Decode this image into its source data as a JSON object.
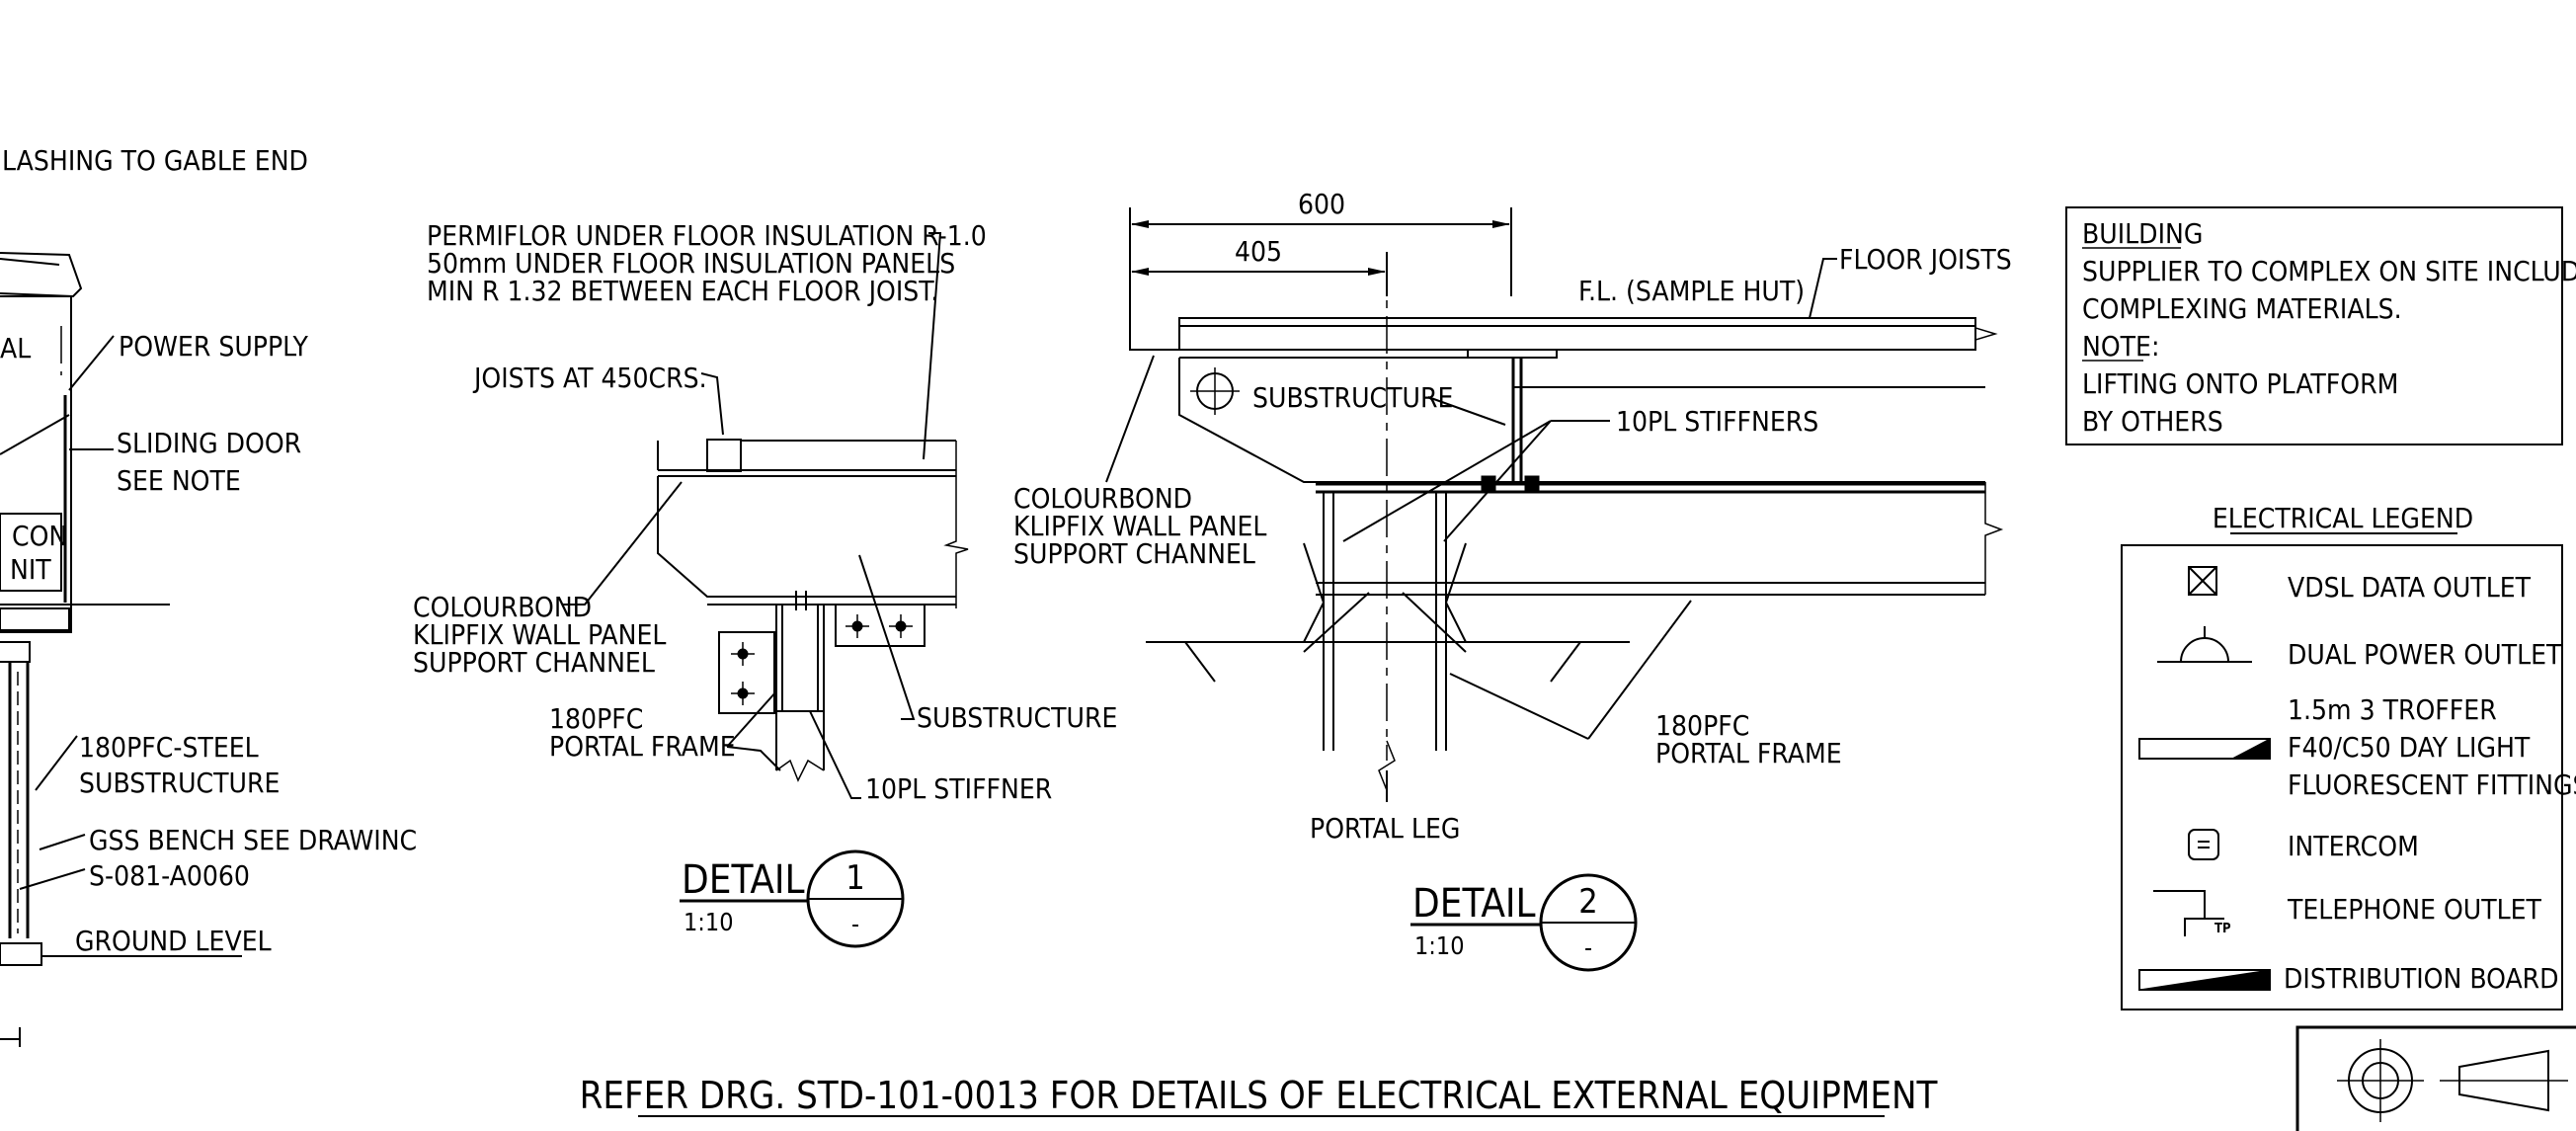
{
  "left_view": {
    "flashing": "LASHING TO GABLE END",
    "al_fragment": "AL",
    "power_supply": "POWER SUPPLY",
    "sliding_door_1": "SLIDING DOOR",
    "sliding_door_2": "SEE NOTE",
    "con_fragment": "CON",
    "unit_fragment": "NIT",
    "pfc_1": "180PFC-STEEL",
    "pfc_2": "SUBSTRUCTURE",
    "bench_1": "GSS BENCH SEE DRAWINC",
    "bench_2": "S-081-A0060",
    "ground": "GROUND LEVEL"
  },
  "detail1": {
    "insul_1": "PERMIFLOR UNDER FLOOR INSULATION R-1.0",
    "insul_2": "50mm UNDER FLOOR INSULATION PANELS",
    "insul_3": "MIN R 1.32 BETWEEN EACH FLOOR JOIST.",
    "joists": "JOISTS AT 450CRS.",
    "colour_1": "COLOURBOND",
    "colour_2": "KLIPFIX WALL PANEL",
    "colour_3": "SUPPORT CHANNEL",
    "pfc_1": "180PFC",
    "pfc_2": "PORTAL FRAME",
    "substructure": "SUBSTRUCTURE",
    "stiffner": "10PL STIFFNER",
    "title": "DETAIL",
    "scale": "1:10",
    "num": "1",
    "sheet": "-"
  },
  "detail2": {
    "dim_600": "600",
    "dim_405": "405",
    "fl": "F.L. (SAMPLE HUT)",
    "floor_joists": "FLOOR JOISTS",
    "substructure": "SUBSTRUCTURE",
    "stiffners": "10PL STIFFNERS",
    "colour_1": "COLOURBOND",
    "colour_2": "KLIPFIX WALL PANEL",
    "colour_3": "SUPPORT CHANNEL",
    "pfc_1": "180PFC",
    "pfc_2": "PORTAL FRAME",
    "portal_leg": "PORTAL LEG",
    "title": "DETAIL",
    "scale": "1:10",
    "num": "2",
    "sheet": "-"
  },
  "building_note": {
    "heading": "BUILDING",
    "line1": "SUPPLIER TO COMPLEX ON SITE INCLUDING",
    "line2": "COMPLEXING MATERIALS.",
    "note": "NOTE:",
    "line3": "LIFTING ONTO PLATFORM",
    "line4": "BY OTHERS"
  },
  "legend": {
    "title": "ELECTRICAL LEGEND",
    "items": [
      {
        "label": "VDSL DATA OUTLET",
        "icon": "data-outlet-icon"
      },
      {
        "label": "DUAL POWER OUTLET",
        "icon": "power-outlet-icon"
      },
      {
        "label": "1.5m 3 TROFFER",
        "label2": "F40/C50 DAY LIGHT",
        "label3": "FLUORESCENT FITTINGS",
        "icon": "troffer-light-icon"
      },
      {
        "label": "INTERCOM",
        "icon": "intercom-icon"
      },
      {
        "label": "TELEPHONE OUTLET",
        "icon": "telephone-outlet-icon",
        "tag": "TP"
      },
      {
        "label": "DISTRIBUTION BOARD",
        "icon": "distribution-board-icon"
      }
    ]
  },
  "footer_note": "REFER DRG. STD-101-0013 FOR DETAILS OF ELECTRICAL EXTERNAL EQUIPMENT"
}
